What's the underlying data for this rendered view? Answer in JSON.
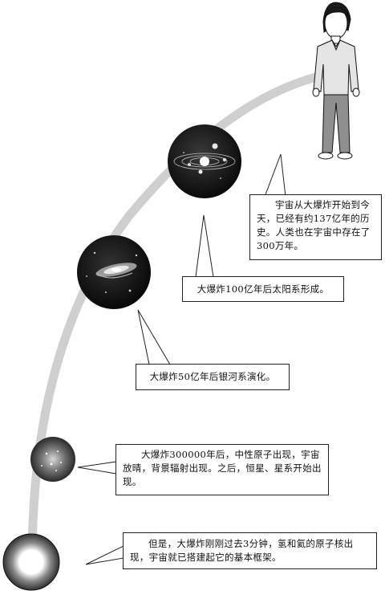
{
  "callouts": {
    "human": "宇宙从大爆炸开始到今天，已经有约137亿年的历史。人类也在宇宙中存在了300万年。",
    "solar_system": "大爆炸100亿年后太阳系形成。",
    "galaxy": "大爆炸50亿年后银河系演化。",
    "atoms": "大爆炸300000年后，中性原子出现，宇宙放晴，背景辐射出现。之后，恒星、星系开始出现。",
    "nuclei": "但是，大爆炸刚刚过去3分钟，氢和氦的原子核出现，宇宙就已搭建起它的基本框架。"
  },
  "colors": {
    "timeline_arc": "#cfcfcf",
    "sphere_dark": "#141414",
    "shirt": "#e4e4e4",
    "trousers": "#8f8f8f",
    "hair": "#1a1a1a"
  },
  "icons": [
    "person-illustration",
    "solar-system-sphere",
    "galaxy-sphere",
    "atoms-sphere",
    "nuclei-sphere"
  ]
}
